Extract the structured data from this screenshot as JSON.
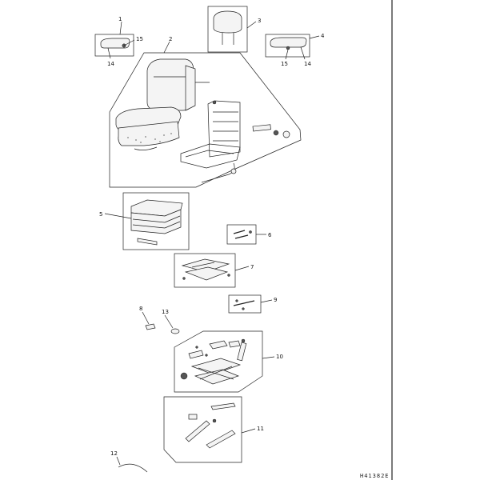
{
  "figure_ref": "H41382E",
  "callouts": {
    "c1": "1",
    "c2": "2",
    "c3": "3",
    "c4": "4",
    "c5": "5",
    "c6": "6",
    "c7": "7",
    "c8": "8",
    "c9": "9",
    "c10": "10",
    "c11": "11",
    "c12": "12",
    "c13": "13",
    "c14a": "14",
    "c14b": "14",
    "c15a": "15",
    "c15b": "15"
  }
}
